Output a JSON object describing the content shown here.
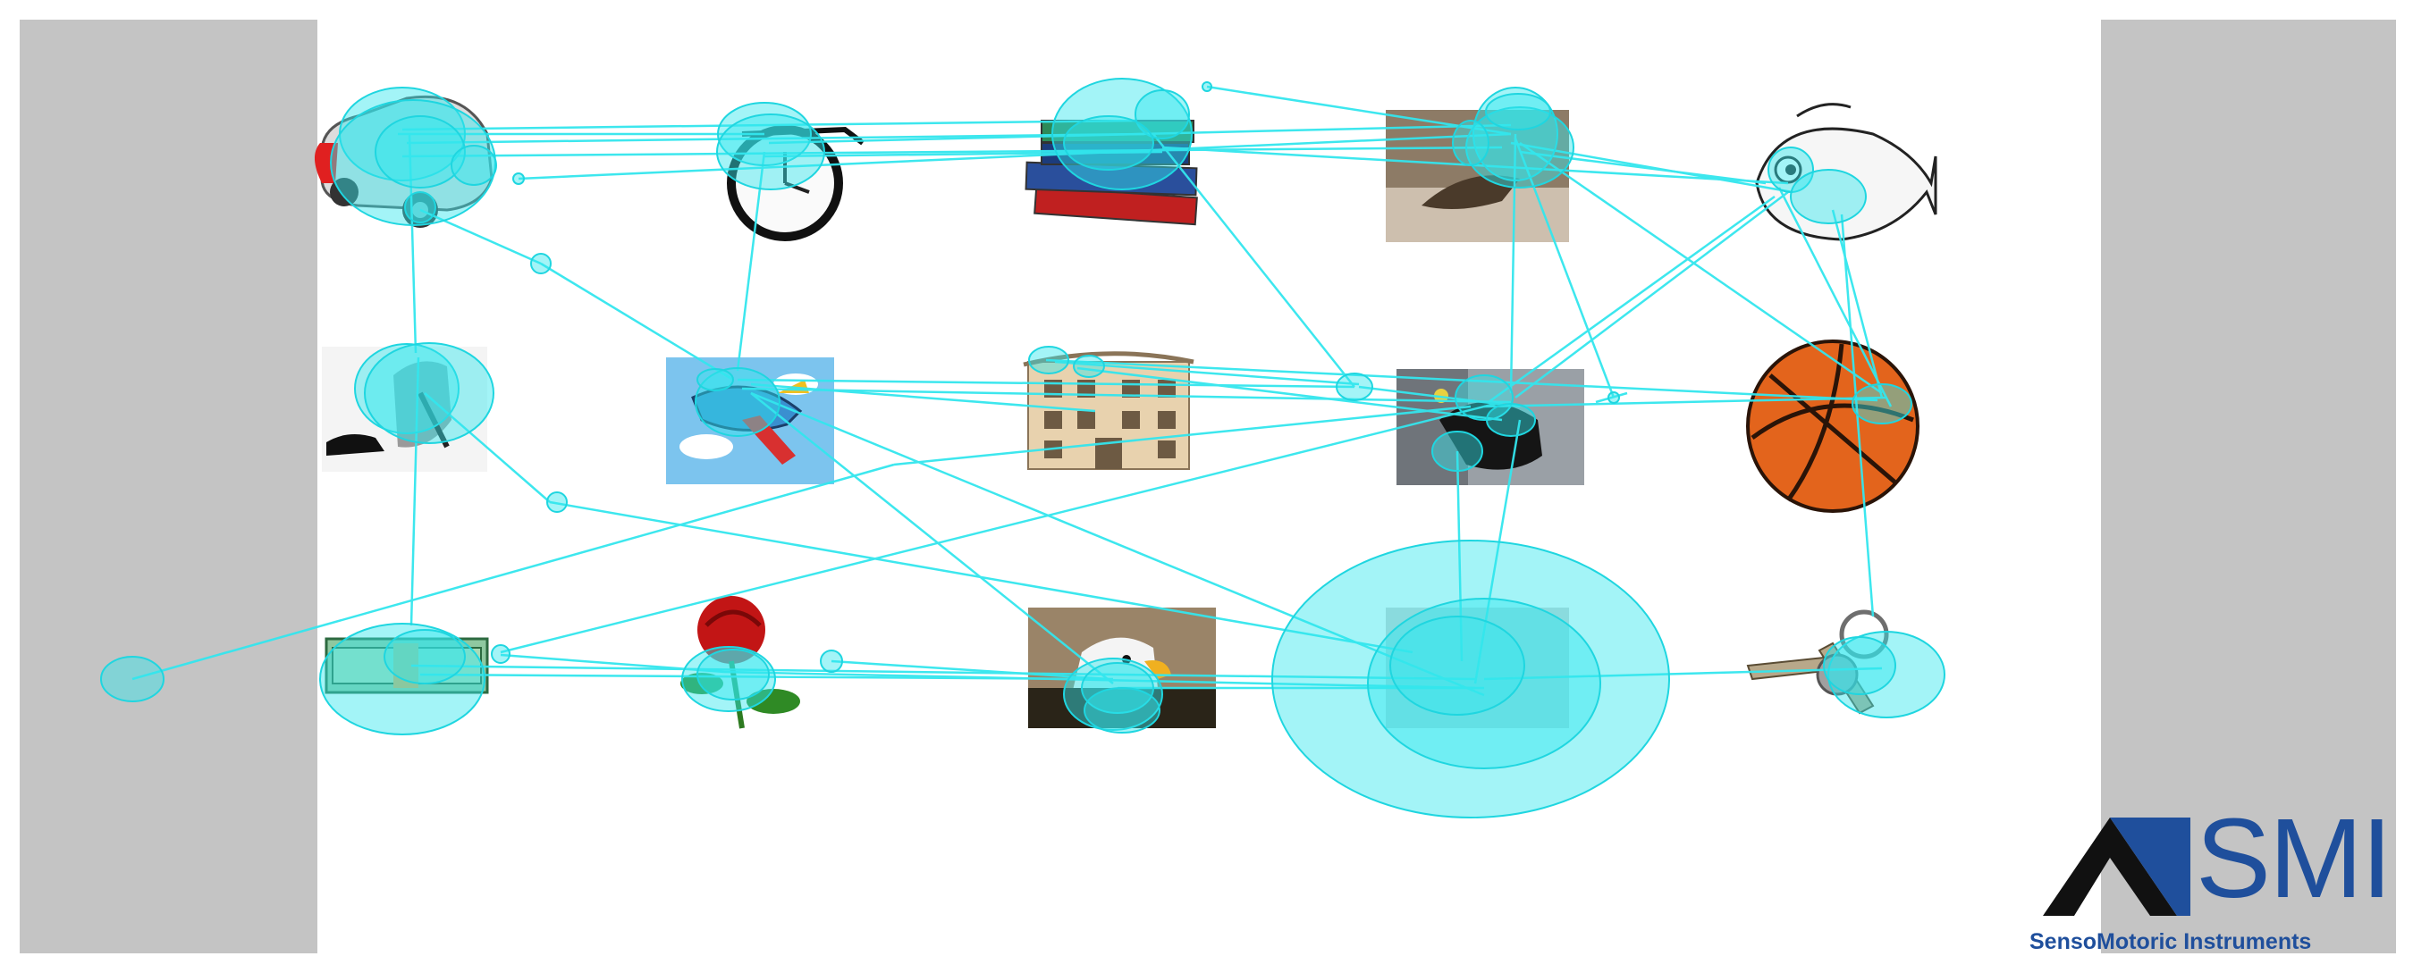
{
  "stimuli": [
    {
      "name": "car"
    },
    {
      "name": "clock"
    },
    {
      "name": "books"
    },
    {
      "name": "bird"
    },
    {
      "name": "fish"
    },
    {
      "name": "cat"
    },
    {
      "name": "airplane"
    },
    {
      "name": "house"
    },
    {
      "name": "dog"
    },
    {
      "name": "basketball"
    },
    {
      "name": "money"
    },
    {
      "name": "rose"
    },
    {
      "name": "eagle"
    },
    {
      "name": "blank"
    },
    {
      "name": "keys"
    }
  ],
  "gaze_color": "#33e6ee",
  "logo": {
    "brand": "SMI",
    "tagline": "SensoMotoric Instruments",
    "color": "#1f4f9c"
  }
}
